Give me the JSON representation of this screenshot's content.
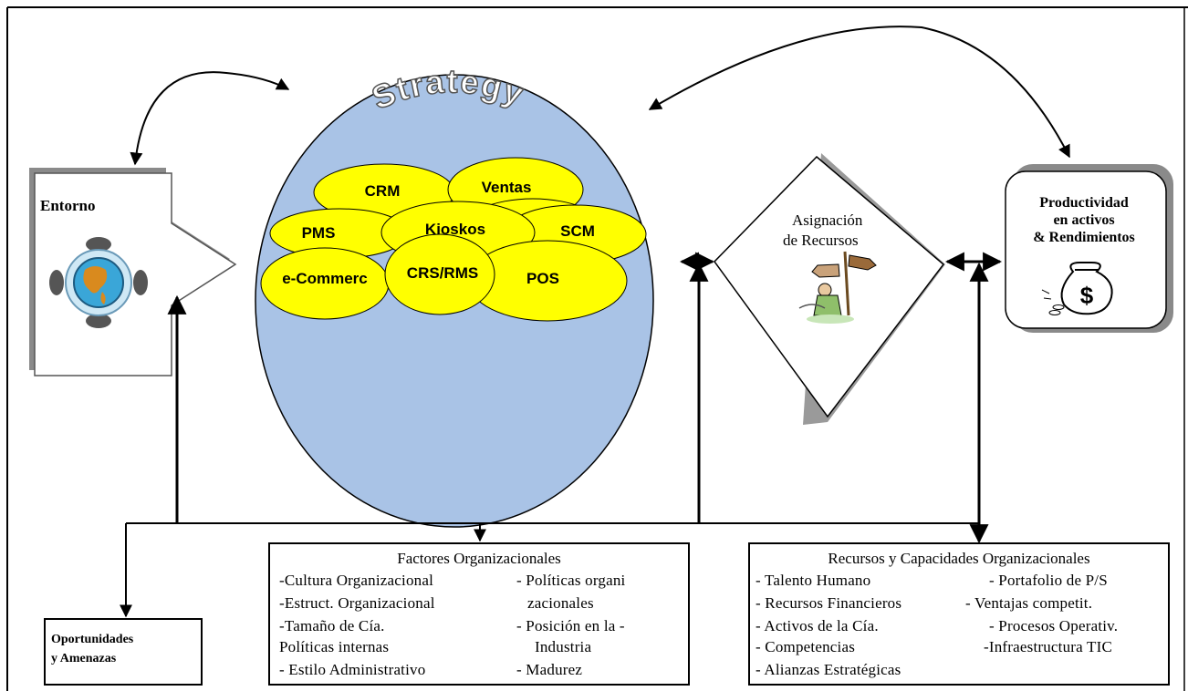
{
  "strategy": {
    "title": "Strategy",
    "systems": [
      {
        "id": "crm",
        "label": "CRM"
      },
      {
        "id": "ventas",
        "label": "Ventas"
      },
      {
        "id": "pms",
        "label": "PMS"
      },
      {
        "id": "kioskos",
        "label": "Kioskos"
      },
      {
        "id": "scm",
        "label": "SCM"
      },
      {
        "id": "ecommerce",
        "label": "e-Commerc"
      },
      {
        "id": "crs-rms",
        "label": "CRS/RMS"
      },
      {
        "id": "pos",
        "label": "POS"
      }
    ]
  },
  "entorno": {
    "label": "Entorno"
  },
  "asignacion": {
    "line1": "Asignación",
    "line2": "de Recursos"
  },
  "productividad": {
    "line1": "Productividad",
    "line2": "en activos",
    "line3": "& Rendimientos"
  },
  "oportunidades": {
    "line1": "Oportunidades",
    "line2": "y Amenazas"
  },
  "factores": {
    "title": "Factores Organizacionales",
    "left": [
      "-Cultura Organizacional",
      "-Estruct. Organizacional",
      "-Tamaño de Cía.",
      "Políticas internas",
      "- Estilo Administrativo"
    ],
    "right": [
      "- Políticas organi",
      "zacionales",
      "- Posición en la -",
      "Industria",
      "- Madurez"
    ]
  },
  "recursos": {
    "title": "Recursos y Capacidades Organizacionales",
    "left": [
      "- Talento Humano",
      "- Recursos Financieros",
      "- Activos de la Cía.",
      "- Competencias",
      "- Alianzas Estratégicas"
    ],
    "right": [
      "- Portafolio de P/S",
      "- Ventajas competit.",
      "- Procesos Operativ.",
      "-Infraestructura TIC"
    ]
  },
  "colors": {
    "strategy_fill": "#a9c3e6",
    "oval_fill": "#ffff00",
    "shadow_gray": "#8a8a8a",
    "globe_blue": "#3aa6d8",
    "land_orange": "#d98a1e"
  }
}
